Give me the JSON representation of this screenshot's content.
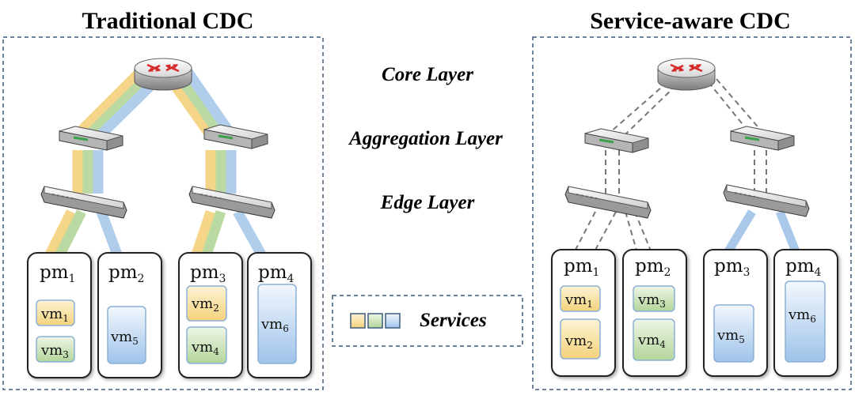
{
  "titles": {
    "traditional": "Traditional CDC",
    "service_aware": "Service-aware CDC"
  },
  "layers": {
    "core": "Core Layer",
    "aggregation": "Aggregation  Layer",
    "edge": "Edge  Layer"
  },
  "legend": {
    "label": "Services"
  },
  "colors": {
    "service_yellow": "#f6d98a",
    "service_green": "#b9d8a0",
    "service_blue": "#a9c8ea",
    "frame": "#3f5b7d",
    "router_arrow": "#d62a2a"
  },
  "traditional": {
    "pms": [
      {
        "base": "pm",
        "sub": "1",
        "vms": [
          {
            "base": "vm",
            "sub": "1",
            "color": "yellow"
          },
          {
            "base": "vm",
            "sub": "3",
            "color": "green"
          }
        ]
      },
      {
        "base": "pm",
        "sub": "2",
        "vms": [
          {
            "base": "vm",
            "sub": "5",
            "color": "blue"
          }
        ]
      },
      {
        "base": "pm",
        "sub": "3",
        "vms": [
          {
            "base": "vm",
            "sub": "2",
            "color": "yellow"
          },
          {
            "base": "vm",
            "sub": "4",
            "color": "green"
          }
        ]
      },
      {
        "base": "pm",
        "sub": "4",
        "vms": [
          {
            "base": "vm",
            "sub": "6",
            "color": "blue"
          }
        ]
      }
    ]
  },
  "service_aware": {
    "pms": [
      {
        "base": "pm",
        "sub": "1",
        "vms": [
          {
            "base": "vm",
            "sub": "1",
            "color": "yellow"
          },
          {
            "base": "vm",
            "sub": "2",
            "color": "yellow"
          }
        ]
      },
      {
        "base": "pm",
        "sub": "2",
        "vms": [
          {
            "base": "vm",
            "sub": "3",
            "color": "green"
          },
          {
            "base": "vm",
            "sub": "4",
            "color": "green"
          }
        ]
      },
      {
        "base": "pm",
        "sub": "3",
        "vms": [
          {
            "base": "vm",
            "sub": "5",
            "color": "blue"
          }
        ]
      },
      {
        "base": "pm",
        "sub": "4",
        "vms": [
          {
            "base": "vm",
            "sub": "6",
            "color": "blue"
          }
        ]
      }
    ]
  }
}
